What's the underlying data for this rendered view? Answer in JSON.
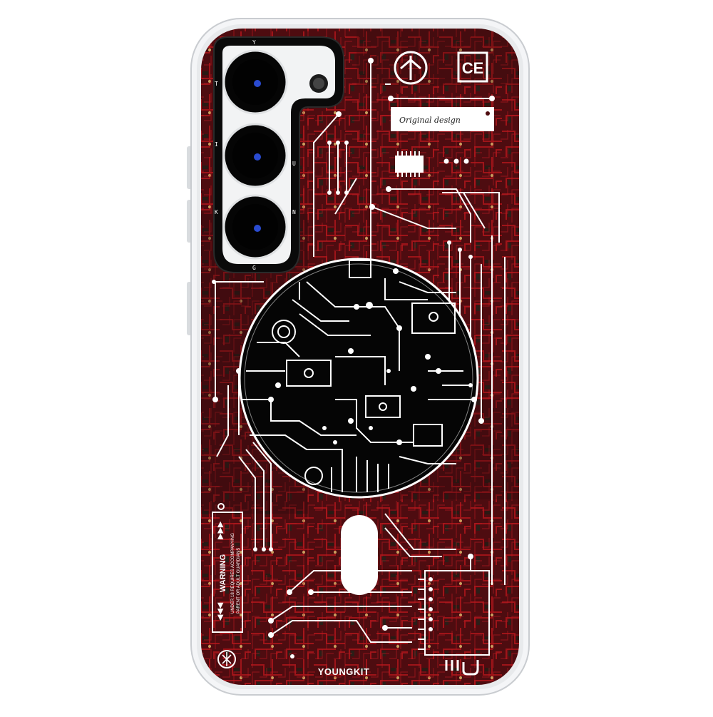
{
  "product": {
    "brand": "YOUNGKIT",
    "label_tag": "Original design",
    "camera_ring_letters": [
      "Y",
      "T",
      "I",
      "U",
      "K",
      "N",
      "G"
    ],
    "warning": {
      "title": "WARNING",
      "line1": "UNDER 18 REQUIRES ACCOMPANYING",
      "line2": "PARENT OR ADULT GUARDIANS"
    },
    "colors": {
      "board": "#5a0f12",
      "trace": "#a3141a",
      "ink": "#ffffff",
      "disc": "#050505",
      "frame": "#eef0f2"
    }
  }
}
